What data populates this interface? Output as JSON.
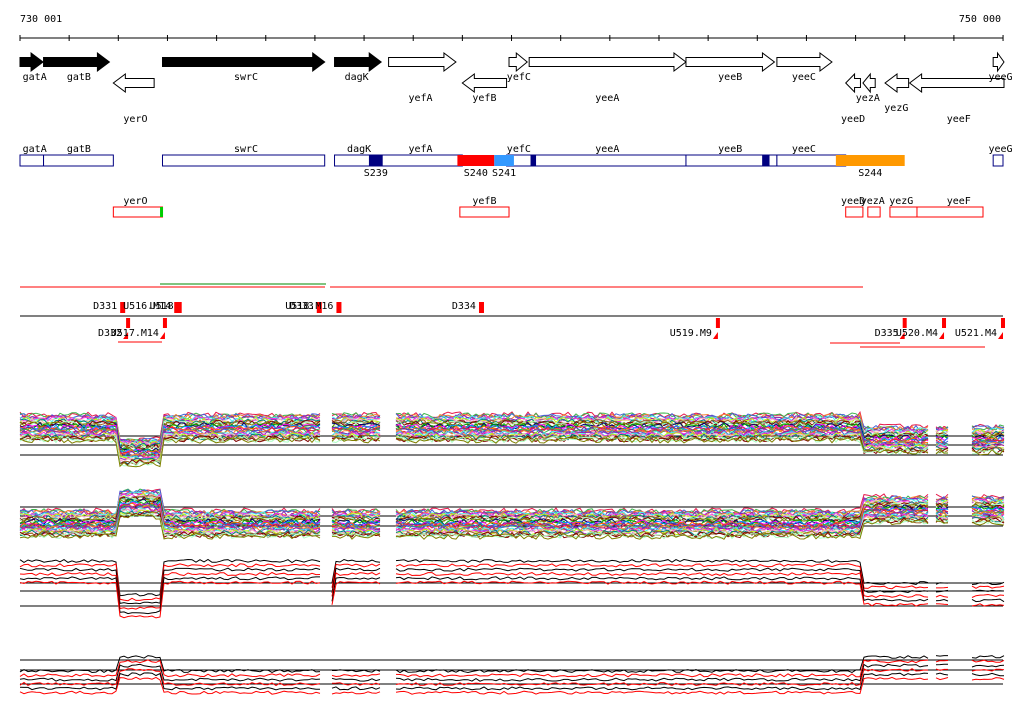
{
  "ruler": {
    "start_label": "730 001",
    "end_label": "750 000",
    "start": 730001,
    "end": 750000
  },
  "colors": {
    "forward_filled": "#000000",
    "forward_open": "#ffffff",
    "operon_box": "#000080",
    "hit_box_red": "#ff0000",
    "S239": "#000080",
    "S240": "#ff0000",
    "S241": "#3399ff",
    "S244": "#ff9900",
    "yerO_marker": "#00cc00"
  },
  "genes": [
    {
      "id": "gatA",
      "name": "gatA",
      "start": 730001,
      "end": 730470,
      "strand": "+",
      "filled": true
    },
    {
      "id": "gatB",
      "name": "gatB",
      "start": 730480,
      "end": 731820,
      "strand": "+",
      "filled": true
    },
    {
      "id": "yerO",
      "name": "yerO",
      "start": 731900,
      "end": 732730,
      "strand": "-",
      "filled": false
    },
    {
      "id": "swrC",
      "name": "swrC",
      "start": 732900,
      "end": 736200,
      "strand": "+",
      "filled": true
    },
    {
      "id": "dagK",
      "name": "dagK",
      "start": 736400,
      "end": 737350,
      "strand": "+",
      "filled": true
    },
    {
      "id": "yefA",
      "name": "yefA",
      "start": 737500,
      "end": 738870,
      "strand": "+",
      "filled": false
    },
    {
      "id": "yefB",
      "name": "yefB",
      "start": 739000,
      "end": 739900,
      "strand": "-",
      "filled": false
    },
    {
      "id": "yefC",
      "name": "yefC",
      "start": 739950,
      "end": 740320,
      "strand": "+",
      "filled": false
    },
    {
      "id": "yeeA",
      "name": "yeeA",
      "start": 740360,
      "end": 743550,
      "strand": "+",
      "filled": false
    },
    {
      "id": "yeeB",
      "name": "yeeB",
      "start": 743550,
      "end": 745350,
      "strand": "+",
      "filled": false
    },
    {
      "id": "yeeC",
      "name": "yeeC",
      "start": 745400,
      "end": 746520,
      "strand": "+",
      "filled": false
    },
    {
      "id": "yeeD",
      "name": "yeeD",
      "start": 746800,
      "end": 747100,
      "strand": "-",
      "filled": false
    },
    {
      "id": "yezA",
      "name": "yezA",
      "start": 747150,
      "end": 747400,
      "strand": "-",
      "filled": false
    },
    {
      "id": "yezG",
      "name": "yezG",
      "start": 747600,
      "end": 748080,
      "strand": "-",
      "filled": false
    },
    {
      "id": "yeeF",
      "name": "yeeF",
      "start": 748100,
      "end": 750100,
      "strand": "-",
      "filled": false
    },
    {
      "id": "yeeG",
      "name": "yeeG",
      "start": 749800,
      "end": 750100,
      "strand": "+",
      "filled": false
    }
  ],
  "gene_labels": [
    {
      "text": "gatA",
      "pos": 730300,
      "row": 1
    },
    {
      "text": "gatB",
      "pos": 731200,
      "row": 1
    },
    {
      "text": "yerO",
      "pos": 732350,
      "row": 3
    },
    {
      "text": "swrC",
      "pos": 734600,
      "row": 1
    },
    {
      "text": "dagK",
      "pos": 736850,
      "row": 1
    },
    {
      "text": "yefA",
      "pos": 738150,
      "row": 2
    },
    {
      "text": "yefB",
      "pos": 739450,
      "row": 2
    },
    {
      "text": "yefC",
      "pos": 740150,
      "row": 1
    },
    {
      "text": "yeeA",
      "pos": 741950,
      "row": 2
    },
    {
      "text": "yeeB",
      "pos": 744450,
      "row": 1
    },
    {
      "text": "yeeC",
      "pos": 745950,
      "row": 1
    },
    {
      "text": "yezA",
      "pos": 747250,
      "row": 2
    },
    {
      "text": "yezG",
      "pos": 747830,
      "row": 2.5
    },
    {
      "text": "yeeD",
      "pos": 746950,
      "row": 3
    },
    {
      "text": "yeeF",
      "pos": 749100,
      "row": 3
    },
    {
      "text": "yeeG",
      "pos": 749950,
      "row": 1
    }
  ],
  "operons": [
    {
      "name": "gatA",
      "start": 730001,
      "end": 730480
    },
    {
      "name": "gatB",
      "start": 730480,
      "end": 731900
    },
    {
      "name": "swrC",
      "start": 732900,
      "end": 736200
    },
    {
      "name": "dagK",
      "start": 736400,
      "end": 737350
    },
    {
      "name": "yefA",
      "start": 737350,
      "end": 739000
    },
    {
      "name": "yefC",
      "start": 739900,
      "end": 740400
    },
    {
      "name": "yeeA",
      "start": 740400,
      "end": 743550
    },
    {
      "name": "yeeB",
      "start": 743550,
      "end": 745400
    },
    {
      "name": "yeeC",
      "start": 745400,
      "end": 746800
    },
    {
      "name": "yeeG",
      "start": 749800,
      "end": 750100
    }
  ],
  "operon_labels": [
    {
      "text": "gatA",
      "pos": 730300
    },
    {
      "text": "gatB",
      "pos": 731200
    },
    {
      "text": "swrC",
      "pos": 734600
    },
    {
      "text": "dagK",
      "pos": 736900
    },
    {
      "text": "yefA",
      "pos": 738150
    },
    {
      "text": "yefC",
      "pos": 740150
    },
    {
      "text": "yeeA",
      "pos": 741950
    },
    {
      "text": "yeeB",
      "pos": 744450
    },
    {
      "text": "yeeC",
      "pos": 745950
    },
    {
      "text": "yeeG",
      "pos": 749950
    }
  ],
  "segments": [
    {
      "name": "S239",
      "start": 737100,
      "end": 737380,
      "color": "#000080",
      "label": "S239"
    },
    {
      "name": "S240",
      "start": 738900,
      "end": 739650,
      "color": "#ff0000",
      "label": "S240"
    },
    {
      "name": "S241",
      "start": 739650,
      "end": 740050,
      "color": "#3399ff",
      "label": "S241"
    },
    {
      "name": "S244",
      "start": 746600,
      "end": 748000,
      "color": "#ff9900",
      "label": "S244"
    },
    {
      "name": "tick1",
      "start": 740400,
      "end": 740500,
      "color": "#000080",
      "label": ""
    },
    {
      "name": "tick2",
      "start": 745100,
      "end": 745250,
      "color": "#000080",
      "label": ""
    }
  ],
  "rev_boxes": [
    {
      "name": "yerO",
      "start": 731900,
      "end": 732900,
      "label": "yerO"
    },
    {
      "name": "yefB",
      "start": 738950,
      "end": 739950,
      "label": "yefB"
    },
    {
      "name": "yeeD",
      "start": 746800,
      "end": 747150,
      "label": "yeeD"
    },
    {
      "name": "yezA",
      "start": 747250,
      "end": 747500,
      "label": "yezA"
    },
    {
      "name": "yezG",
      "start": 747700,
      "end": 748250,
      "label": "yezG"
    },
    {
      "name": "yeeF",
      "start": 748250,
      "end": 750100,
      "label": "yeeF"
    }
  ],
  "rev_labels": [
    {
      "text": "yerO",
      "pos": 732350
    },
    {
      "text": "yefB",
      "pos": 739450
    },
    {
      "text": "yeeD",
      "pos": 746950
    },
    {
      "text": "yezA",
      "pos": 747350
    },
    {
      "text": "yezG",
      "pos": 747930
    },
    {
      "text": "yeeF",
      "pos": 749100
    }
  ],
  "tu_above": [
    {
      "name": "D331",
      "pos": 732100,
      "label": "D331"
    },
    {
      "name": "U516.M14",
      "pos": 733200,
      "label": "U516.M14"
    },
    {
      "name": "D333",
      "pos": 736100,
      "label": "D333"
    },
    {
      "name": "U518.M16",
      "pos": 736500,
      "label": "U518.M16"
    },
    {
      "name": "D334",
      "pos": 739400,
      "label": "D334"
    },
    {
      "name": "U5185",
      "pos": 733250,
      "label": "U518"
    }
  ],
  "tu_below": [
    {
      "name": "D332",
      "pos": 732200,
      "label": "D332"
    },
    {
      "name": "U517.M14",
      "pos": 732950,
      "label": "U517.M14"
    },
    {
      "name": "U519.M9",
      "pos": 744200,
      "label": "U519.M9"
    },
    {
      "name": "D335",
      "pos": 748000,
      "label": "D335"
    },
    {
      "name": "U520.M4",
      "pos": 748800,
      "label": "U520.M4"
    },
    {
      "name": "U521.M4",
      "pos": 750000,
      "label": "U521.M4"
    }
  ]
}
